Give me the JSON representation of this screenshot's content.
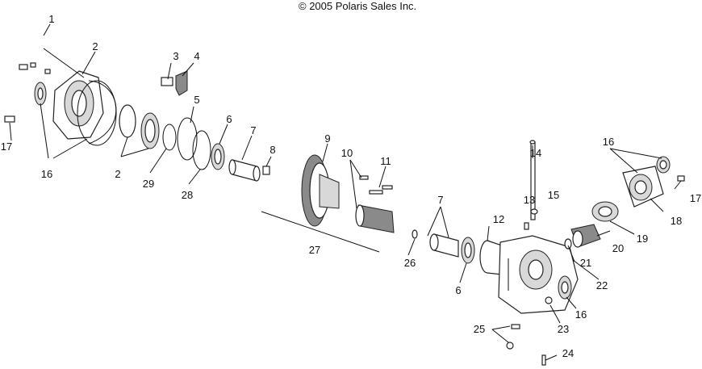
{
  "caption": "© 2005 Polaris Sales Inc.",
  "callouts": [
    "1",
    "2",
    "3",
    "4",
    "5",
    "6",
    "7",
    "8",
    "9",
    "10",
    "11",
    "16",
    "17",
    "2",
    "29",
    "28",
    "27",
    "14",
    "15",
    "13",
    "7",
    "12",
    "16",
    "17",
    "18",
    "19",
    "20",
    "21",
    "22",
    "26",
    "6",
    "16",
    "23",
    "25",
    "24"
  ]
}
